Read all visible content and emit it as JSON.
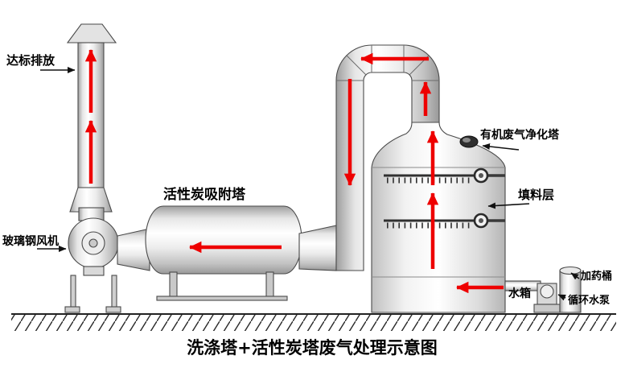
{
  "title": "洗涤塔+活性炭塔废气处理示意图",
  "labels": {
    "emission": "达标排放",
    "fan": "玻璃钢风机",
    "carbon_tower": "活性炭吸附塔",
    "scrubber": "有机废气净化塔",
    "packing": "填料层",
    "water_tank": "水箱",
    "dosing_barrel": "加药桶",
    "pump": "循环水泵"
  },
  "colors": {
    "flow_arrow": "#ee0000",
    "outline": "#4a4a4a",
    "label_text": "#000000",
    "ground_hatch": "#2a2a2a"
  }
}
